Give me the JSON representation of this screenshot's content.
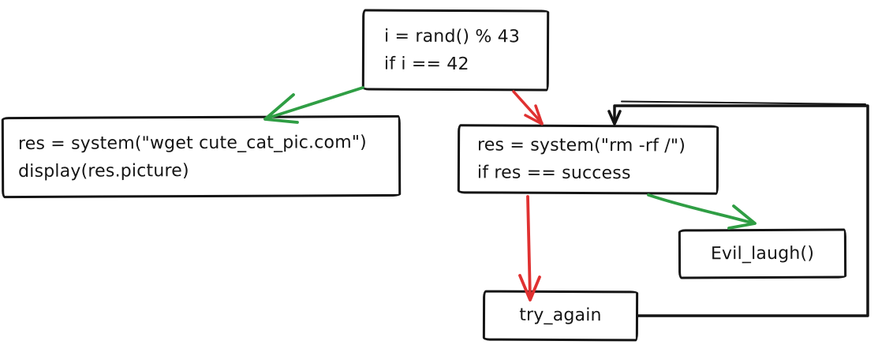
{
  "colors": {
    "ink": "#141414",
    "green": "#2f9e44",
    "red": "#e03131",
    "background": "#ffffff"
  },
  "nodes": {
    "random_check": {
      "lines": [
        "i = rand() % 43",
        "if i == 42"
      ]
    },
    "wget_cat": {
      "lines": [
        "res = system(\"wget cute_cat_pic.com\")",
        "display(res.picture)"
      ]
    },
    "rm_rf": {
      "lines": [
        "res = system(\"rm -rf /\")",
        "if res == success"
      ]
    },
    "evil_laugh": {
      "lines": [
        "Evil_laugh()"
      ]
    },
    "try_again": {
      "lines": [
        "try_again"
      ]
    }
  },
  "edges": [
    {
      "from": "random_check",
      "to": "wget_cat",
      "color": "green"
    },
    {
      "from": "random_check",
      "to": "rm_rf",
      "color": "red"
    },
    {
      "from": "rm_rf",
      "to": "try_again",
      "color": "red"
    },
    {
      "from": "rm_rf",
      "to": "evil_laugh",
      "color": "green"
    },
    {
      "from": "try_again",
      "to": "rm_rf",
      "color": "black"
    }
  ]
}
